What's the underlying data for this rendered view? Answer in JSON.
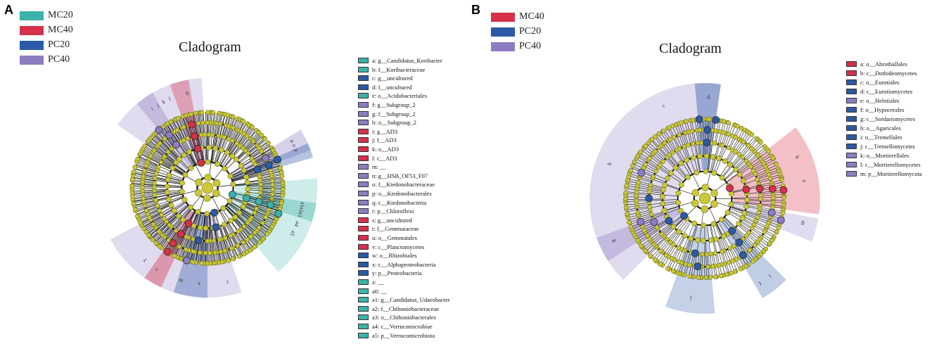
{
  "colors": {
    "MC20": "#3bb3a6",
    "MC40": "#d6304a",
    "PC20": "#2a5aa8",
    "PC40": "#8e7cc3",
    "node": "#c9c83a",
    "node_edge": "#6b6b12",
    "edge": "#111111"
  },
  "panels": [
    {
      "letter": "A",
      "title": "Cladogram",
      "groups": [
        {
          "label": "MC20",
          "group": "MC20"
        },
        {
          "label": "MC40",
          "group": "MC40"
        },
        {
          "label": "PC20",
          "group": "PC20"
        },
        {
          "label": "PC40",
          "group": "PC40"
        }
      ],
      "taxa": [
        {
          "code": "a: g__Candidatus_Koribacter",
          "group": "MC20"
        },
        {
          "code": "b: f__Koribacteraceae",
          "group": "MC20"
        },
        {
          "code": "c: g__uncultured",
          "group": "PC20"
        },
        {
          "code": "d: f__uncultured",
          "group": "PC20"
        },
        {
          "code": "e: o__Acidobacteriales",
          "group": "MC20"
        },
        {
          "code": "f: g__Subgroup_2",
          "group": "PC40"
        },
        {
          "code": "g: f__Subgroup_2",
          "group": "PC40"
        },
        {
          "code": "h: o__Subgroup_2",
          "group": "PC40"
        },
        {
          "code": "i: g__AD3",
          "group": "MC40"
        },
        {
          "code": "j: f__AD3",
          "group": "MC40"
        },
        {
          "code": "k: o__AD3",
          "group": "MC40"
        },
        {
          "code": "l: c__AD3",
          "group": "MC40"
        },
        {
          "code": "m: __",
          "group": "PC40"
        },
        {
          "code": "n: g__HSB_OF53_F07",
          "group": "PC40"
        },
        {
          "code": "o: f__Ktedonobacteraceae",
          "group": "PC40"
        },
        {
          "code": "p: o__Ktedonobacterales",
          "group": "PC40"
        },
        {
          "code": "q: c__Ktedonobacteria",
          "group": "PC40"
        },
        {
          "code": "r: p__Chloroflexi",
          "group": "PC40"
        },
        {
          "code": "s: g__uncultured",
          "group": "MC40"
        },
        {
          "code": "t: f__Gemmataceae",
          "group": "MC40"
        },
        {
          "code": "u: o__Gemmatales",
          "group": "MC40"
        },
        {
          "code": "v: c__Planctomycetes",
          "group": "MC40"
        },
        {
          "code": "w: o__Rhizobiales",
          "group": "PC20"
        },
        {
          "code": "x: c__Alphaproteobacteria",
          "group": "PC20"
        },
        {
          "code": "y: p__Proteobacteria",
          "group": "PC20"
        },
        {
          "code": "z: __",
          "group": "MC20"
        },
        {
          "code": "a0: __",
          "group": "MC20"
        },
        {
          "code": "a1: g__Candidatus_Udaeobacter",
          "group": "MC20"
        },
        {
          "code": "a2: f__Chthoniobacteraceae",
          "group": "MC20"
        },
        {
          "code": "a3: o__Chthoniobacterales",
          "group": "MC20"
        },
        {
          "code": "a4: c__Verrucomicrobiae",
          "group": "MC20"
        },
        {
          "code": "a5: p__Verrucomicrobiota",
          "group": "MC20"
        }
      ]
    },
    {
      "letter": "B",
      "title": "Cladogram",
      "groups": [
        {
          "label": "MC40",
          "group": "MC40"
        },
        {
          "label": "PC20",
          "group": "PC20"
        },
        {
          "label": "PC40",
          "group": "PC40"
        }
      ],
      "taxa": [
        {
          "code": "a: o__Abrothallales",
          "group": "MC40"
        },
        {
          "code": "b: c__Dothideomycetes",
          "group": "MC40"
        },
        {
          "code": "c: o__Eurotiales",
          "group": "PC20"
        },
        {
          "code": "d: c__Eurotiomycetes",
          "group": "PC20"
        },
        {
          "code": "e: o__Helotiales",
          "group": "PC40"
        },
        {
          "code": "f: o__Hypocreales",
          "group": "PC20"
        },
        {
          "code": "g: c__Sordariomycetes",
          "group": "PC20"
        },
        {
          "code": "h: o__Agaricales",
          "group": "PC20"
        },
        {
          "code": "i: o__Tremellales",
          "group": "PC20"
        },
        {
          "code": "j: c__Tremellomycetes",
          "group": "PC20"
        },
        {
          "code": "k: o__Mortierellales",
          "group": "PC40"
        },
        {
          "code": "l: c__Mortierellomycetes",
          "group": "PC40"
        },
        {
          "code": "m: p__Mortierellomycota",
          "group": "PC40"
        }
      ]
    }
  ],
  "cladograms": [
    {
      "seed": 7,
      "sectors": [
        {
          "group": "PC40",
          "from": -55,
          "to": -3,
          "alpha": 0.28
        },
        {
          "group": "MC40",
          "from": -20,
          "to": -10,
          "alpha": 0.35
        },
        {
          "group": "PC40",
          "from": -40,
          "to": -30,
          "alpha": 0.35
        },
        {
          "group": "PC40",
          "from": 58,
          "to": 70,
          "alpha": 0.35
        },
        {
          "group": "PC20",
          "from": 66,
          "to": 74,
          "alpha": 0.35
        },
        {
          "group": "MC20",
          "from": 85,
          "to": 140,
          "alpha": 0.25
        },
        {
          "group": "MC20",
          "from": 98,
          "to": 108,
          "alpha": 0.35
        },
        {
          "group": "PC40",
          "from": 162,
          "to": 242,
          "alpha": 0.28
        },
        {
          "group": "MC40",
          "from": 205,
          "to": 215,
          "alpha": 0.4
        },
        {
          "group": "PC20",
          "from": 180,
          "to": 198,
          "alpha": 0.35
        }
      ],
      "letters": [
        {
          "t": "i",
          "a": -35
        },
        {
          "t": "j",
          "a": -31
        },
        {
          "t": "k",
          "a": -27
        },
        {
          "t": "l",
          "a": -23
        },
        {
          "t": "b",
          "a": -12
        },
        {
          "t": "n",
          "a": 61
        },
        {
          "t": "o",
          "a": 64
        },
        {
          "t": "p",
          "a": 67
        },
        {
          "t": "a1",
          "a": 100
        },
        {
          "t": "a2",
          "a": 103
        },
        {
          "t": "a3",
          "a": 106
        },
        {
          "t": "a4",
          "a": 112
        },
        {
          "t": "a5",
          "a": 118
        },
        {
          "t": "x",
          "a": 185
        },
        {
          "t": "m",
          "a": 196
        },
        {
          "t": "r",
          "a": 168
        },
        {
          "t": "v",
          "a": 212
        },
        {
          "t": "y",
          "a": 221
        }
      ],
      "colored_nodes": [
        {
          "g": "MC40",
          "a": -14,
          "l": 1
        },
        {
          "g": "MC40",
          "a": -14,
          "l": 2
        },
        {
          "g": "MC40",
          "a": -14,
          "l": 3
        },
        {
          "g": "MC40",
          "a": -14,
          "l": 4
        },
        {
          "g": "PC40",
          "a": -36,
          "l": 3
        },
        {
          "g": "PC40",
          "a": -36,
          "l": 4
        },
        {
          "g": "PC40",
          "a": -40,
          "l": 5
        },
        {
          "g": "PC20",
          "a": 70,
          "l": 3
        },
        {
          "g": "PC20",
          "a": 70,
          "l": 4
        },
        {
          "g": "PC20",
          "a": 68,
          "l": 5
        },
        {
          "g": "PC40",
          "a": 63,
          "l": 4
        },
        {
          "g": "MC20",
          "a": 105,
          "l": 1
        },
        {
          "g": "MC20",
          "a": 105,
          "l": 2
        },
        {
          "g": "MC20",
          "a": 105,
          "l": 3
        },
        {
          "g": "MC20",
          "a": 105,
          "l": 4
        },
        {
          "g": "MC20",
          "a": 110,
          "l": 5
        },
        {
          "g": "PC20",
          "a": 165,
          "l": 1
        },
        {
          "g": "PC20",
          "a": 168,
          "l": 2
        },
        {
          "g": "PC20",
          "a": 190,
          "l": 3
        },
        {
          "g": "MC40",
          "a": 208,
          "l": 2
        },
        {
          "g": "MC40",
          "a": 210,
          "l": 3
        },
        {
          "g": "MC40",
          "a": 212,
          "l": 4
        },
        {
          "g": "MC40",
          "a": 212,
          "l": 5
        },
        {
          "g": "PC40",
          "a": 196,
          "l": 5
        }
      ]
    },
    {
      "seed": 13,
      "sectors": [
        {
          "group": "PC40",
          "from": -60,
          "to": 8,
          "alpha": 0.28
        },
        {
          "group": "PC20",
          "from": -5,
          "to": 8,
          "alpha": 0.4
        },
        {
          "group": "MC40",
          "from": 52,
          "to": 98,
          "alpha": 0.3
        },
        {
          "group": "PC40",
          "from": 100,
          "to": 112,
          "alpha": 0.28
        },
        {
          "group": "PC20",
          "from": 135,
          "to": 150,
          "alpha": 0.3
        },
        {
          "group": "PC20",
          "from": 175,
          "to": 200,
          "alpha": 0.28
        },
        {
          "group": "PC40",
          "from": 225,
          "to": 300,
          "alpha": 0.28
        },
        {
          "group": "PC40",
          "from": 237,
          "to": 250,
          "alpha": 0.35
        }
      ],
      "letters": [
        {
          "t": "d",
          "a": 2
        },
        {
          "t": "c",
          "a": -24
        },
        {
          "t": "b",
          "a": 66
        },
        {
          "t": "a",
          "a": 80
        },
        {
          "t": "m",
          "a": 104
        },
        {
          "t": "i",
          "a": 140
        },
        {
          "t": "f",
          "a": 147
        },
        {
          "t": "j",
          "a": 188
        },
        {
          "t": "g",
          "a": 245
        },
        {
          "t": "h",
          "a": 290
        }
      ],
      "colored_nodes": [
        {
          "g": "PC20",
          "a": 2,
          "l": 3
        },
        {
          "g": "PC20",
          "a": 2,
          "l": 4
        },
        {
          "g": "PC20",
          "a": -4,
          "l": 5
        },
        {
          "g": "PC20",
          "a": 8,
          "l": 5
        },
        {
          "g": "MC40",
          "a": 68,
          "l": 1
        },
        {
          "g": "MC40",
          "a": 78,
          "l": 2
        },
        {
          "g": "MC40",
          "a": 80,
          "l": 3
        },
        {
          "g": "MC40",
          "a": 82,
          "l": 4
        },
        {
          "g": "MC40",
          "a": 84,
          "l": 5
        },
        {
          "g": "PC40",
          "a": 102,
          "l": 4
        },
        {
          "g": "PC40",
          "a": 106,
          "l": 5
        },
        {
          "g": "PC20",
          "a": 140,
          "l": 2
        },
        {
          "g": "PC20",
          "a": 142,
          "l": 3
        },
        {
          "g": "PC20",
          "a": 146,
          "l": 4
        },
        {
          "g": "PC20",
          "a": 190,
          "l": 3
        },
        {
          "g": "PC20",
          "a": 186,
          "l": 4
        },
        {
          "g": "PC20",
          "a": 230,
          "l": 1
        },
        {
          "g": "PC20",
          "a": 238,
          "l": 2
        },
        {
          "g": "PC40",
          "a": 245,
          "l": 3
        },
        {
          "g": "PC40",
          "a": 250,
          "l": 4
        },
        {
          "g": "PC40",
          "a": 292,
          "l": 4
        },
        {
          "g": "PC20",
          "a": 270,
          "l": 3
        }
      ]
    }
  ]
}
